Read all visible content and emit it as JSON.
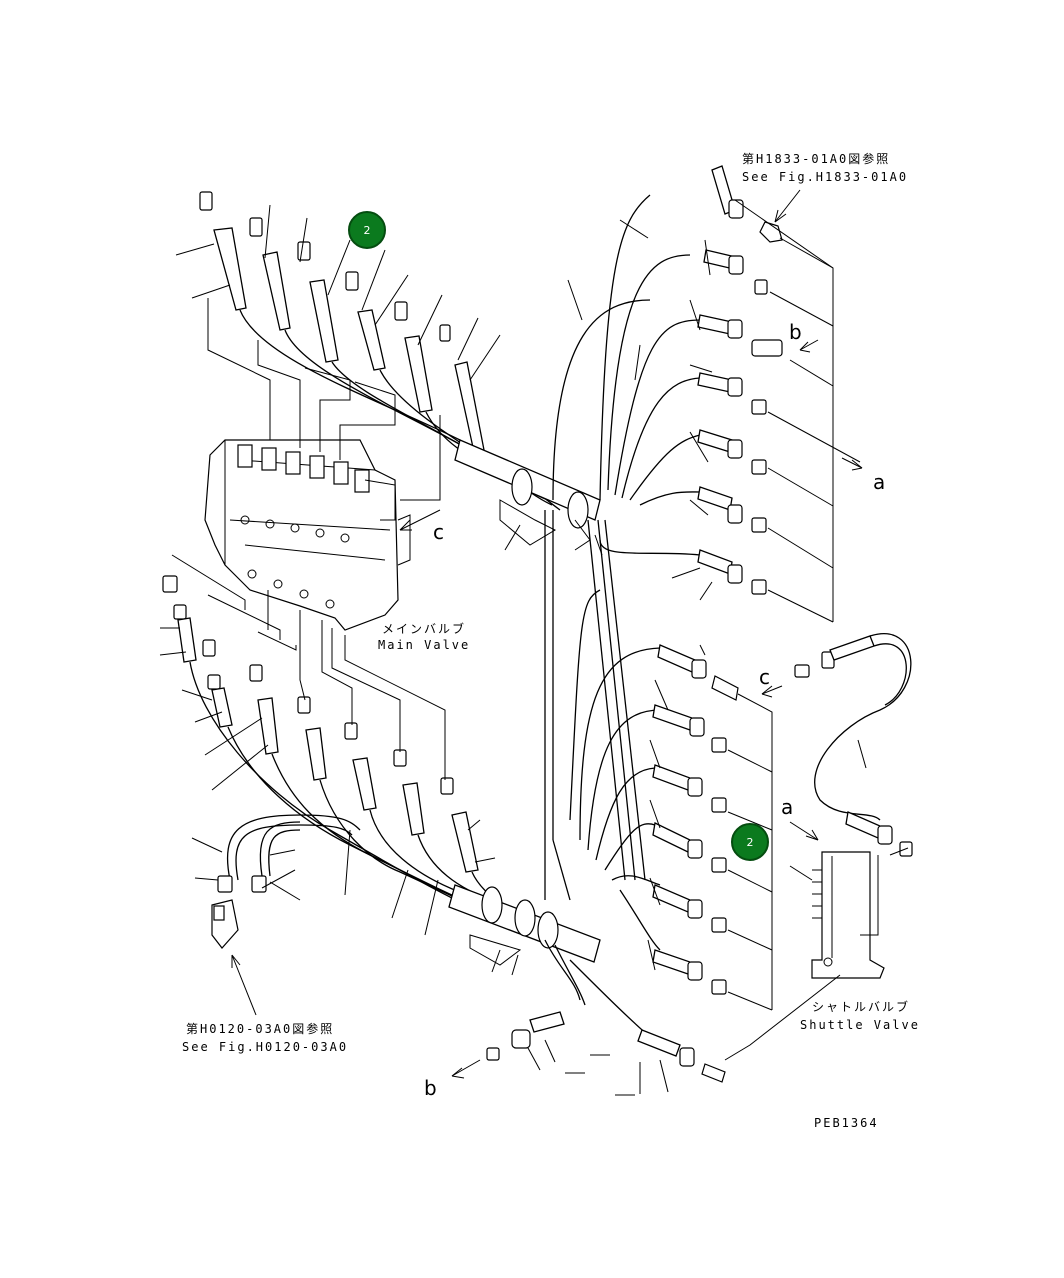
{
  "labels": {
    "ref_top_jp": "第H1833-01A0図参照",
    "ref_top_en": "See Fig.H1833-01A0",
    "ref_bottom_jp": "第H0120-03A0図参照",
    "ref_bottom_en": "See Fig.H0120-03A0",
    "main_valve_jp": "メインバルブ",
    "main_valve_en": "Main Valve",
    "shuttle_valve_jp": "シャトルバルブ",
    "shuttle_valve_en": "Shuttle Valve",
    "drawing_code": "PEB1364"
  },
  "letters": {
    "a_right": "a",
    "a_shuttle": "a",
    "b_right": "b",
    "b_bottom": "b",
    "c_main": "c",
    "c_right": "c"
  },
  "callouts": {
    "callout_top": "2",
    "callout_bottom": "2"
  },
  "colors": {
    "callout_fill": "#0b7a1e",
    "line": "#000000",
    "background": "#ffffff"
  }
}
